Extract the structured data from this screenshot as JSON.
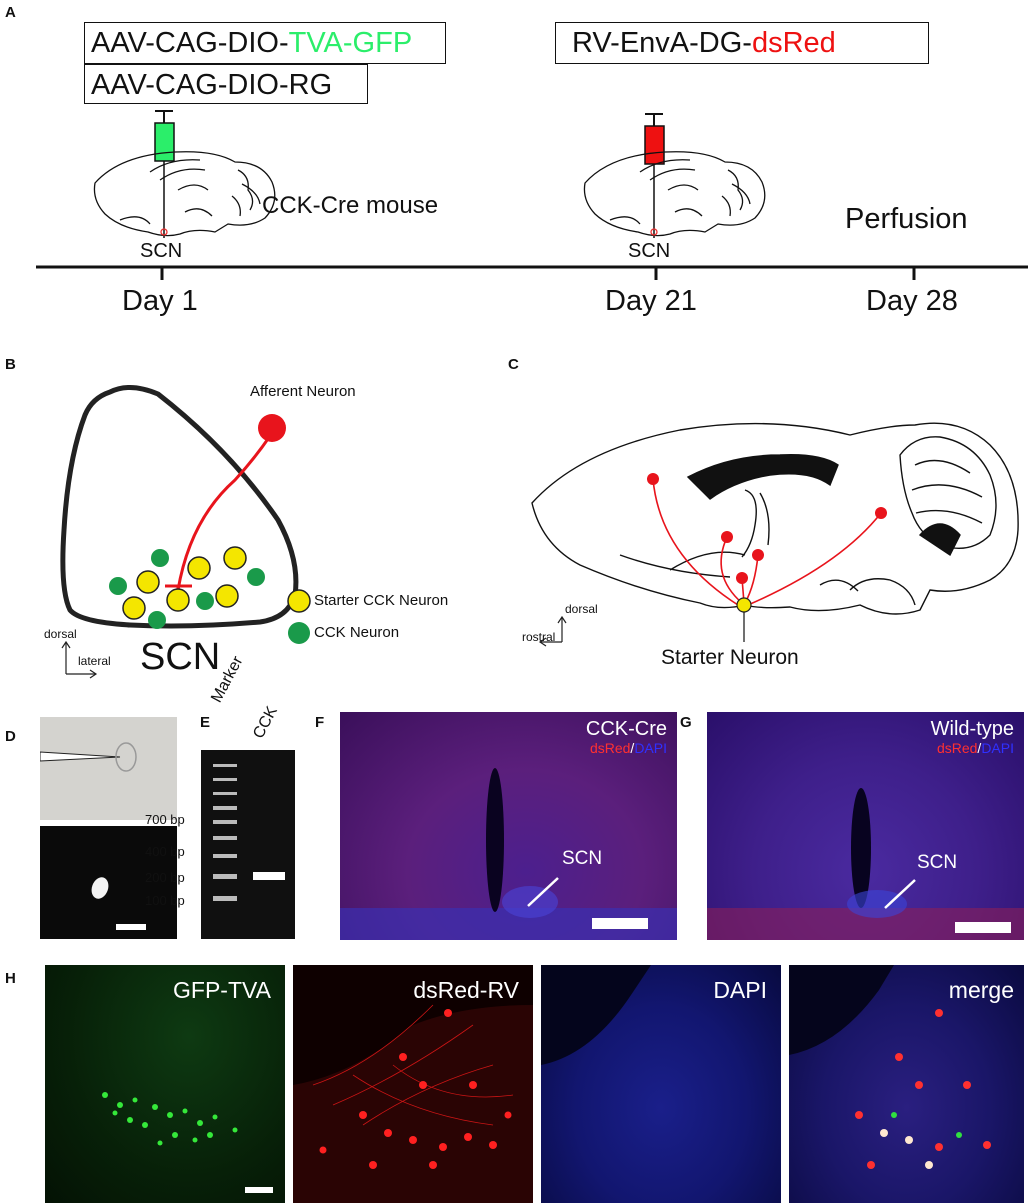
{
  "panels": {
    "A": "A",
    "B": "B",
    "C": "C",
    "D": "D",
    "E": "E",
    "F": "F",
    "G": "G",
    "H": "H"
  },
  "panel_a": {
    "vector1_prefix": "AAV-CAG-DIO-",
    "vector1_highlight": "TVA-GFP",
    "vector2": "AAV-CAG-DIO-RG",
    "vector3_prefix": "RV-EnvA-DG-",
    "vector3_highlight": "dsRed",
    "mouse_label": "CCK-Cre mouse",
    "target1": "SCN",
    "target2": "SCN",
    "perfusion": "Perfusion",
    "days": [
      "Day 1",
      "Day 21",
      "Day 28"
    ],
    "colors": {
      "green": "#2bee6a",
      "red": "#ee1111"
    }
  },
  "panel_b": {
    "afferent": "Afferent Neuron",
    "legend_starter": "Starter CCK Neuron",
    "legend_cck": "CCK Neuron",
    "axis_dorsal": "dorsal",
    "axis_lateral": "lateral",
    "region": "SCN",
    "colors": {
      "starter": "#f4e600",
      "cck": "#1a9a4a",
      "afferent": "#e8141c"
    }
  },
  "panel_c": {
    "axis_dorsal": "dorsal",
    "axis_rostral": "rostral",
    "starter": "Starter Neuron"
  },
  "panel_e": {
    "lane1": "Marker",
    "lane2": "CCK",
    "sizes": [
      "700 bp",
      "400 bp",
      "200 bp",
      "100 bp"
    ]
  },
  "panel_f": {
    "title": "CCK-Cre",
    "stain_red": "dsRed",
    "slash": "/",
    "stain_blue": "DAPI",
    "region": "SCN"
  },
  "panel_g": {
    "title": "Wild-type",
    "stain_red": "dsRed",
    "slash": "/",
    "stain_blue": "DAPI",
    "region": "SCN"
  },
  "panel_h": {
    "labels": [
      "GFP-TVA",
      "dsRed-RV",
      "DAPI",
      "merge"
    ]
  }
}
